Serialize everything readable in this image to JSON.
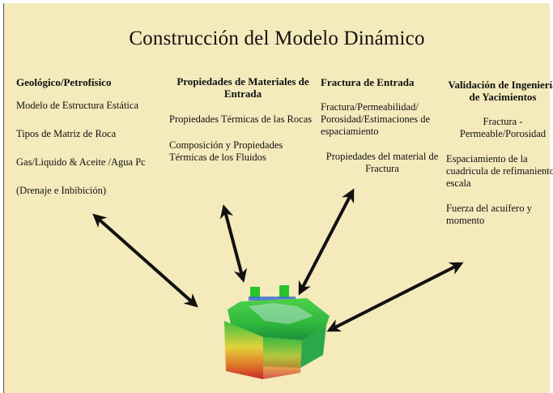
{
  "title": "Construcción del Modelo Dinámico",
  "columns": [
    {
      "heading": "Geológico/Petrofísico",
      "items": [
        "Modelo de Estructura Estática",
        "Tipos de Matriz de Roca",
        "Gas/Liquido & Aceite /Agua Pc",
        "(Drenaje e Inbibición)"
      ]
    },
    {
      "heading": "Propiedades de Materiales de Entrada",
      "items": [
        "Propiedades Térmicas de las Rocas",
        "Composición y Propiedades Térmicas de los Fluidos"
      ]
    },
    {
      "heading": "Fractura de Entrada",
      "items": [
        "Fractura/Permeabilidad/ Porosidad/Estimaciones de espaciamiento",
        "Propiedades del material de Fractura"
      ]
    },
    {
      "heading": "Validación de Ingeniería de Yacimientos",
      "items": [
        "Fractura - Permeable/Porosidad",
        "Espaciamiento de la cuadricula de refimaniento, escala",
        "Fuerza del acuífero y momento"
      ]
    }
  ],
  "colors": {
    "background": "#f4eabc",
    "arrow": "#111111",
    "model_green": "#2fbf3a",
    "model_red": "#d23a2a"
  },
  "icons": [
    "double-headed-arrow",
    "reservoir-3d-model"
  ]
}
